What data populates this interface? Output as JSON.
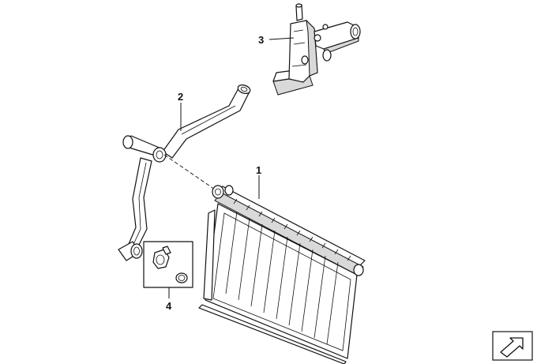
{
  "diagram": {
    "callouts": [
      {
        "id": "1",
        "text": "1"
      },
      {
        "id": "2",
        "text": "2"
      },
      {
        "id": "3",
        "text": "3"
      },
      {
        "id": "4",
        "text": "4"
      }
    ],
    "nav_icon": "arrow-forward-icon",
    "colors": {
      "line": "#111111",
      "shade": "#d9d9d9",
      "background": "#ffffff"
    }
  }
}
